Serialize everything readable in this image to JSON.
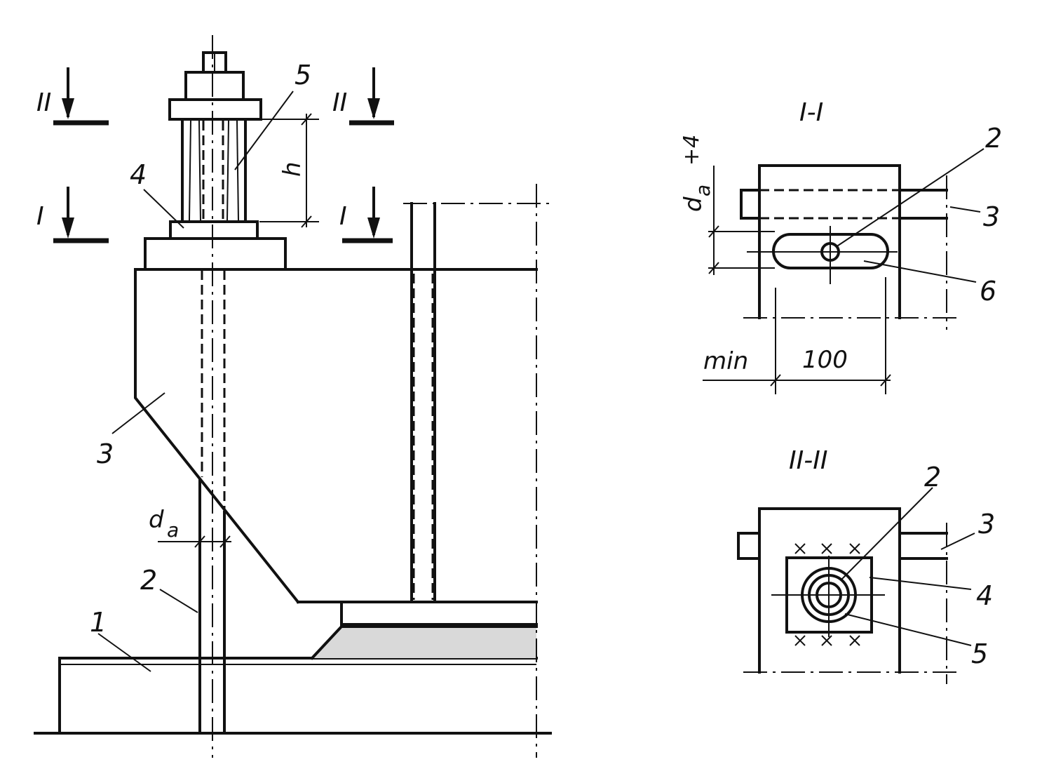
{
  "main_view": {
    "callouts": [
      "1",
      "2",
      "3",
      "4",
      "5"
    ],
    "dim_h": "h",
    "dim_da": "d",
    "dim_da_sub": "a",
    "cut_I": "I",
    "cut_II": "II"
  },
  "section_I": {
    "title": "I-I",
    "dim_slot": "d",
    "dim_slot_sub": "a",
    "dim_slot_sup": "+4",
    "dim_min": "min",
    "dim_100": "100",
    "callouts": [
      "2",
      "3",
      "6"
    ]
  },
  "section_II": {
    "title": "II-II",
    "callouts": [
      "2",
      "3",
      "4",
      "5"
    ]
  }
}
